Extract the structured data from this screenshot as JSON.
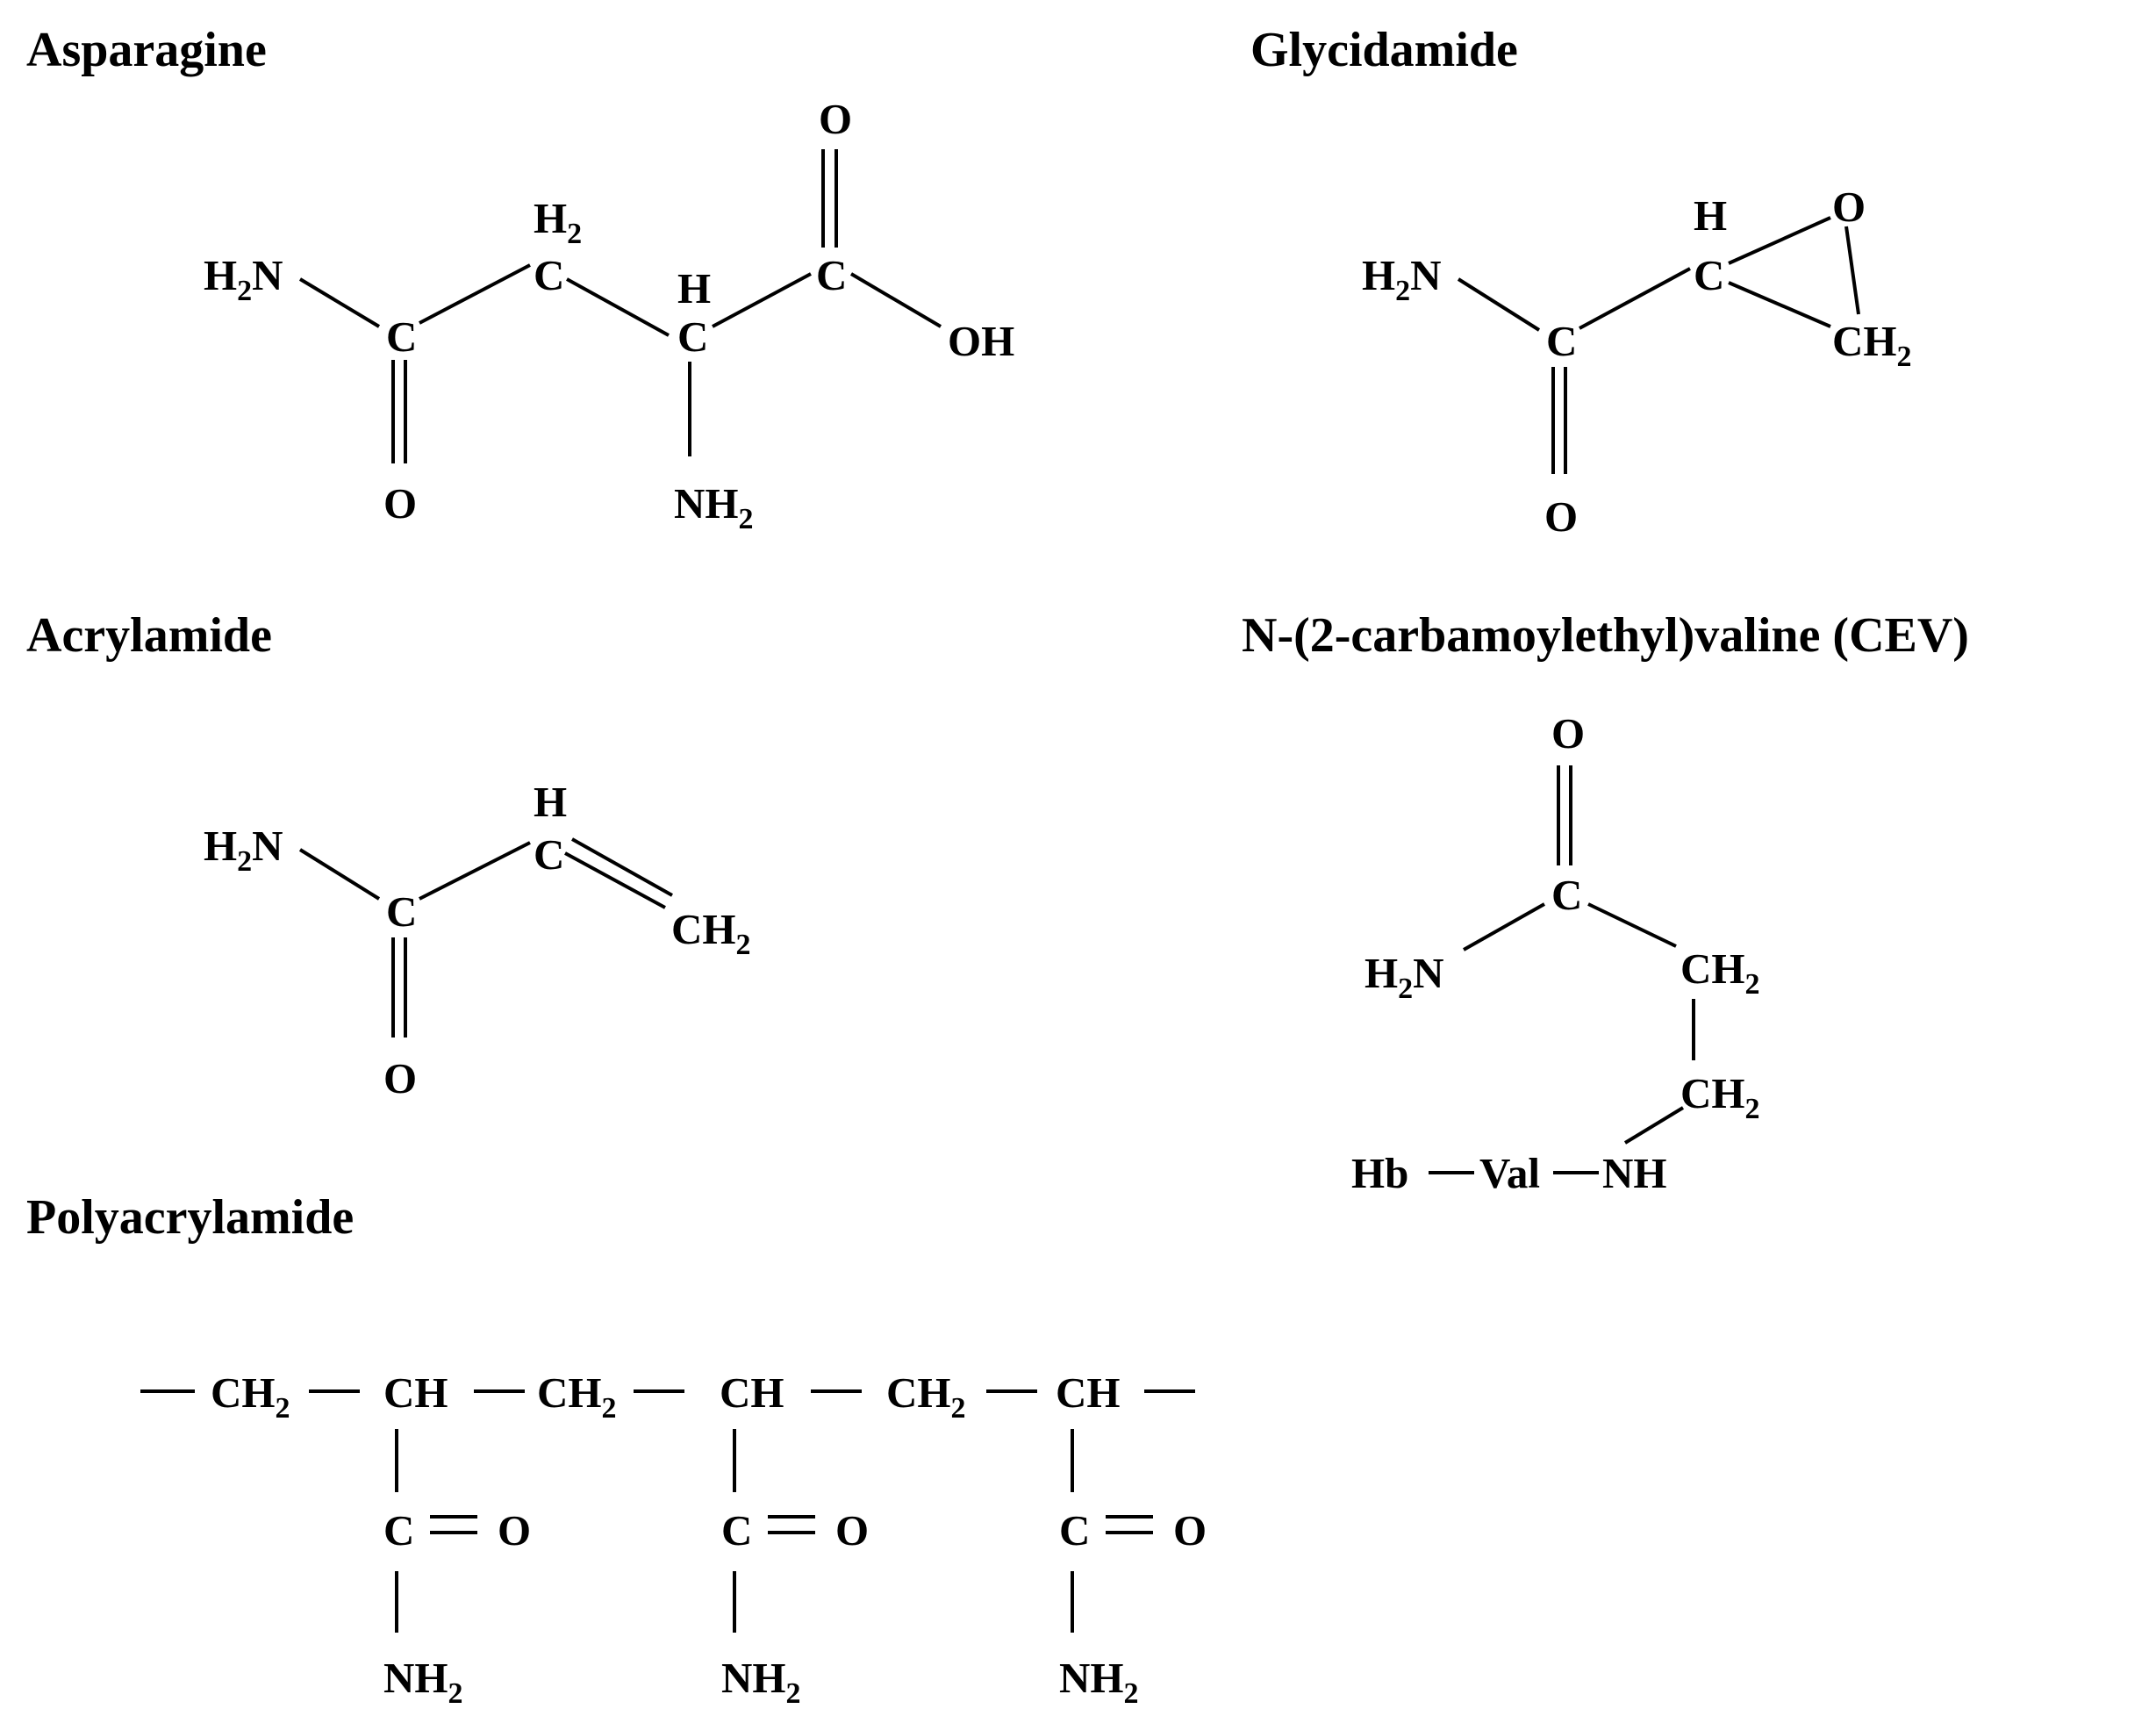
{
  "titles": {
    "asparagine": "Asparagine",
    "glycidamide": "Glycidamide",
    "acrylamide": "Acrylamide",
    "cev": "N-(2-carbamoylethyl)valine (CEV)",
    "polyacrylamide": "Polyacrylamide"
  },
  "atoms": {
    "H": "H",
    "C": "C",
    "O": "O",
    "N": "N",
    "NH": "NH",
    "OH": "OH",
    "sub2": "2",
    "Hb": "Hb",
    "Val": "Val"
  }
}
